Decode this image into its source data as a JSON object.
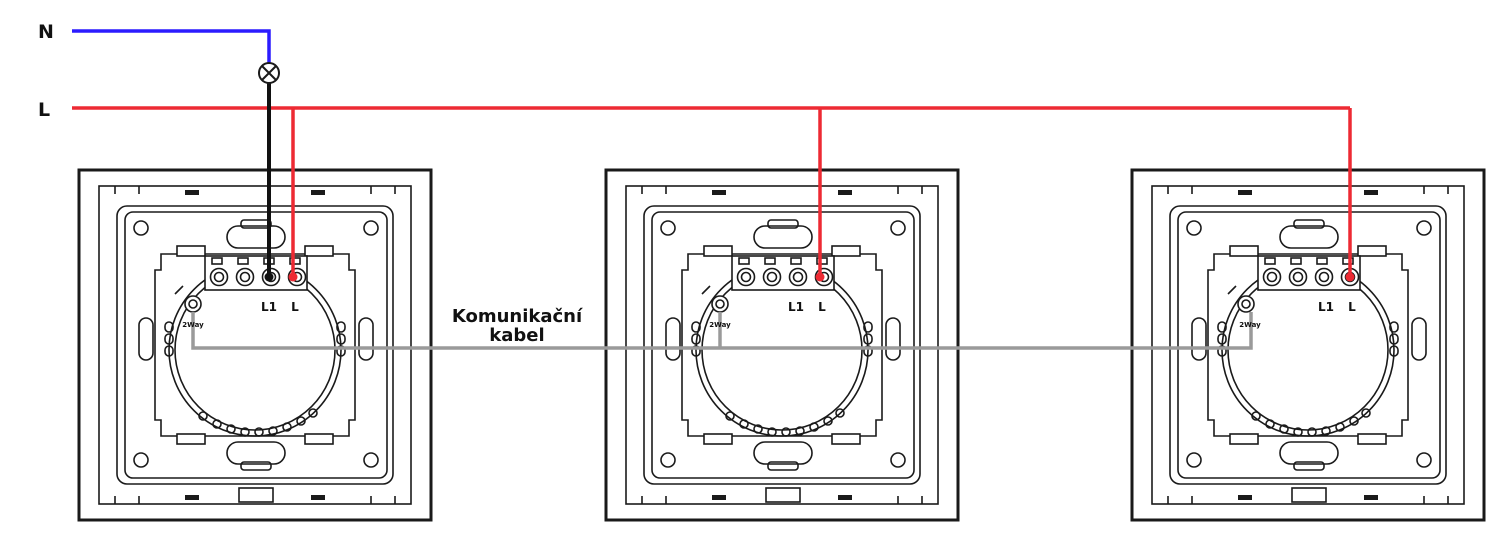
{
  "colors": {
    "neutral": "#2b1bff",
    "live": "#ed2a33",
    "switched": "#111111",
    "comm_cable": "#9a9a9a"
  },
  "lines": {
    "neutral_label": "N",
    "live_label": "L"
  },
  "lamp": {
    "icon": "lamp-icon"
  },
  "cable": {
    "line1": "Komunikační",
    "line2": "kabel"
  },
  "switches": [
    {
      "l1_label": "L1",
      "l_label": "L",
      "two_way_label": "2Way"
    },
    {
      "l1_label": "L1",
      "l_label": "L",
      "two_way_label": "2Way"
    },
    {
      "l1_label": "L1",
      "l_label": "L",
      "two_way_label": "2Way"
    }
  ]
}
